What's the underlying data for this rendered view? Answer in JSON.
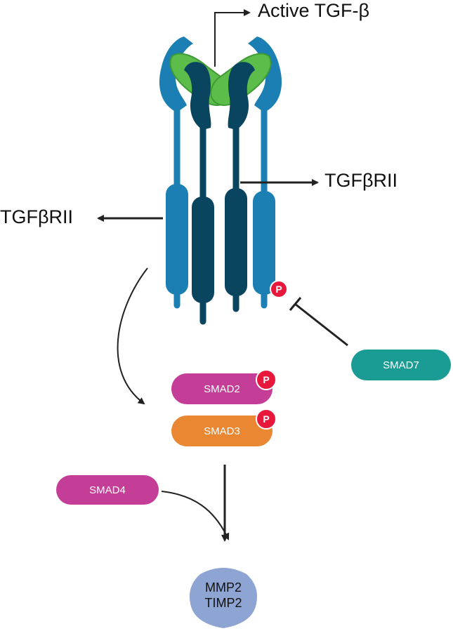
{
  "labels": {
    "active_tgf": "Active TGF-β",
    "receptor_right": "TGFβRII",
    "receptor_left": "TGFβRII",
    "smad2": "SMAD2",
    "smad3": "SMAD3",
    "smad4": "SMAD4",
    "smad7": "SMAD7",
    "phospho": "P",
    "target_line1": "MMP2",
    "target_line2": "TIMP2"
  },
  "colors": {
    "receptor_light": "#1b7fb3",
    "receptor_dark": "#0a4560",
    "ligand": "#5cbd4a",
    "ligand_dark": "#3e9a34",
    "smad2": "#c43d97",
    "smad3": "#e98732",
    "smad4": "#c43d97",
    "smad7": "#1a9b94",
    "phospho": "#e8173c",
    "target": "#8ea4d2"
  }
}
